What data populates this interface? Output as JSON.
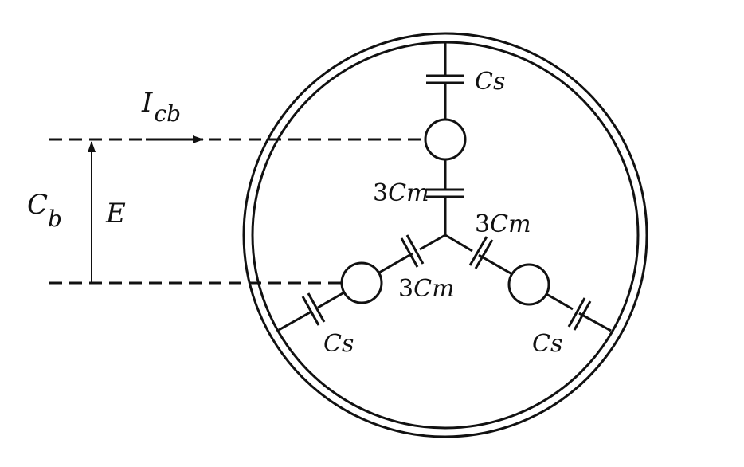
{
  "diagram": {
    "labels": {
      "current": {
        "main": "I",
        "sub": "cb"
      },
      "capacitance_b": {
        "main": "C",
        "sub": "b"
      },
      "voltage": "E",
      "cs_top": {
        "main": "C",
        "sub": "s"
      },
      "cs_left": {
        "main": "C",
        "sub": "s"
      },
      "cs_right": {
        "main": "C",
        "sub": "s"
      },
      "cm_upper": {
        "prefix": "3",
        "main": "C",
        "sub": "m"
      },
      "cm_right": {
        "prefix": "3",
        "main": "C",
        "sub": "m"
      },
      "cm_lower": {
        "prefix": "3",
        "main": "C",
        "sub": "m"
      }
    }
  }
}
